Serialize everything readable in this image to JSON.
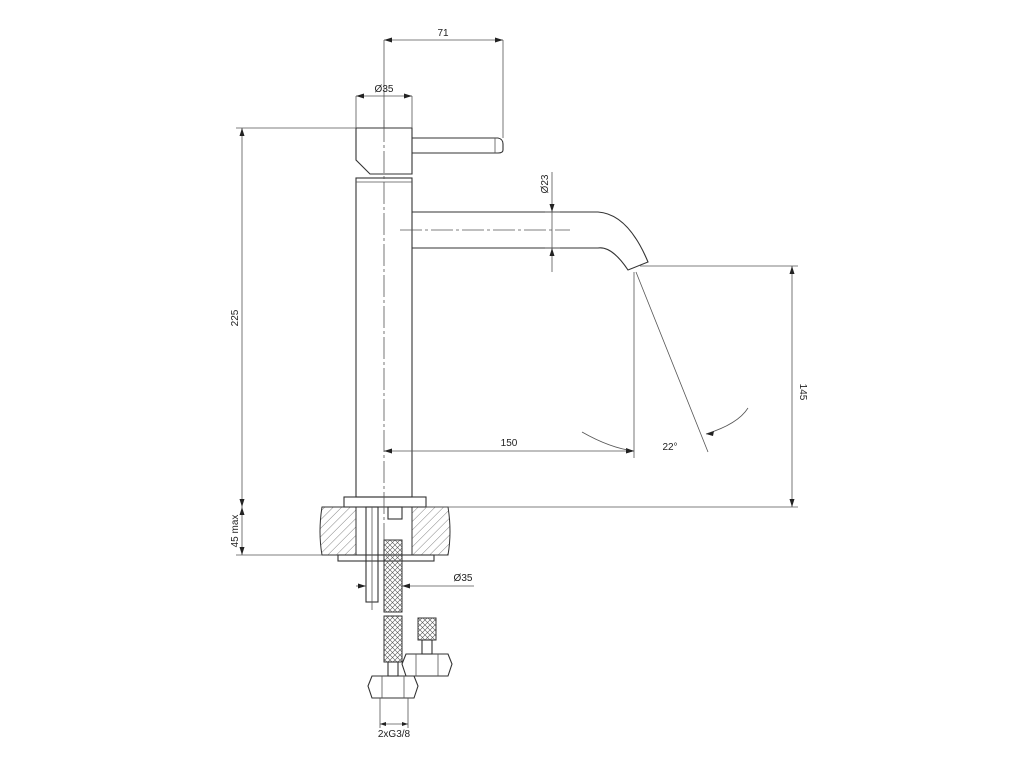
{
  "dimensions": {
    "handle_reach": "71",
    "body_diameter": "Ø35",
    "total_height": "225",
    "spout_diameter": "Ø23",
    "spout_reach": "150",
    "outlet_height": "145",
    "outlet_angle": "22°",
    "max_deck_thickness": "45 max",
    "shank_diameter": "Ø35",
    "connection_thread": "2xG3/8"
  },
  "colors": {
    "line": "#333333",
    "hatch": "#666666",
    "background": "#ffffff"
  }
}
